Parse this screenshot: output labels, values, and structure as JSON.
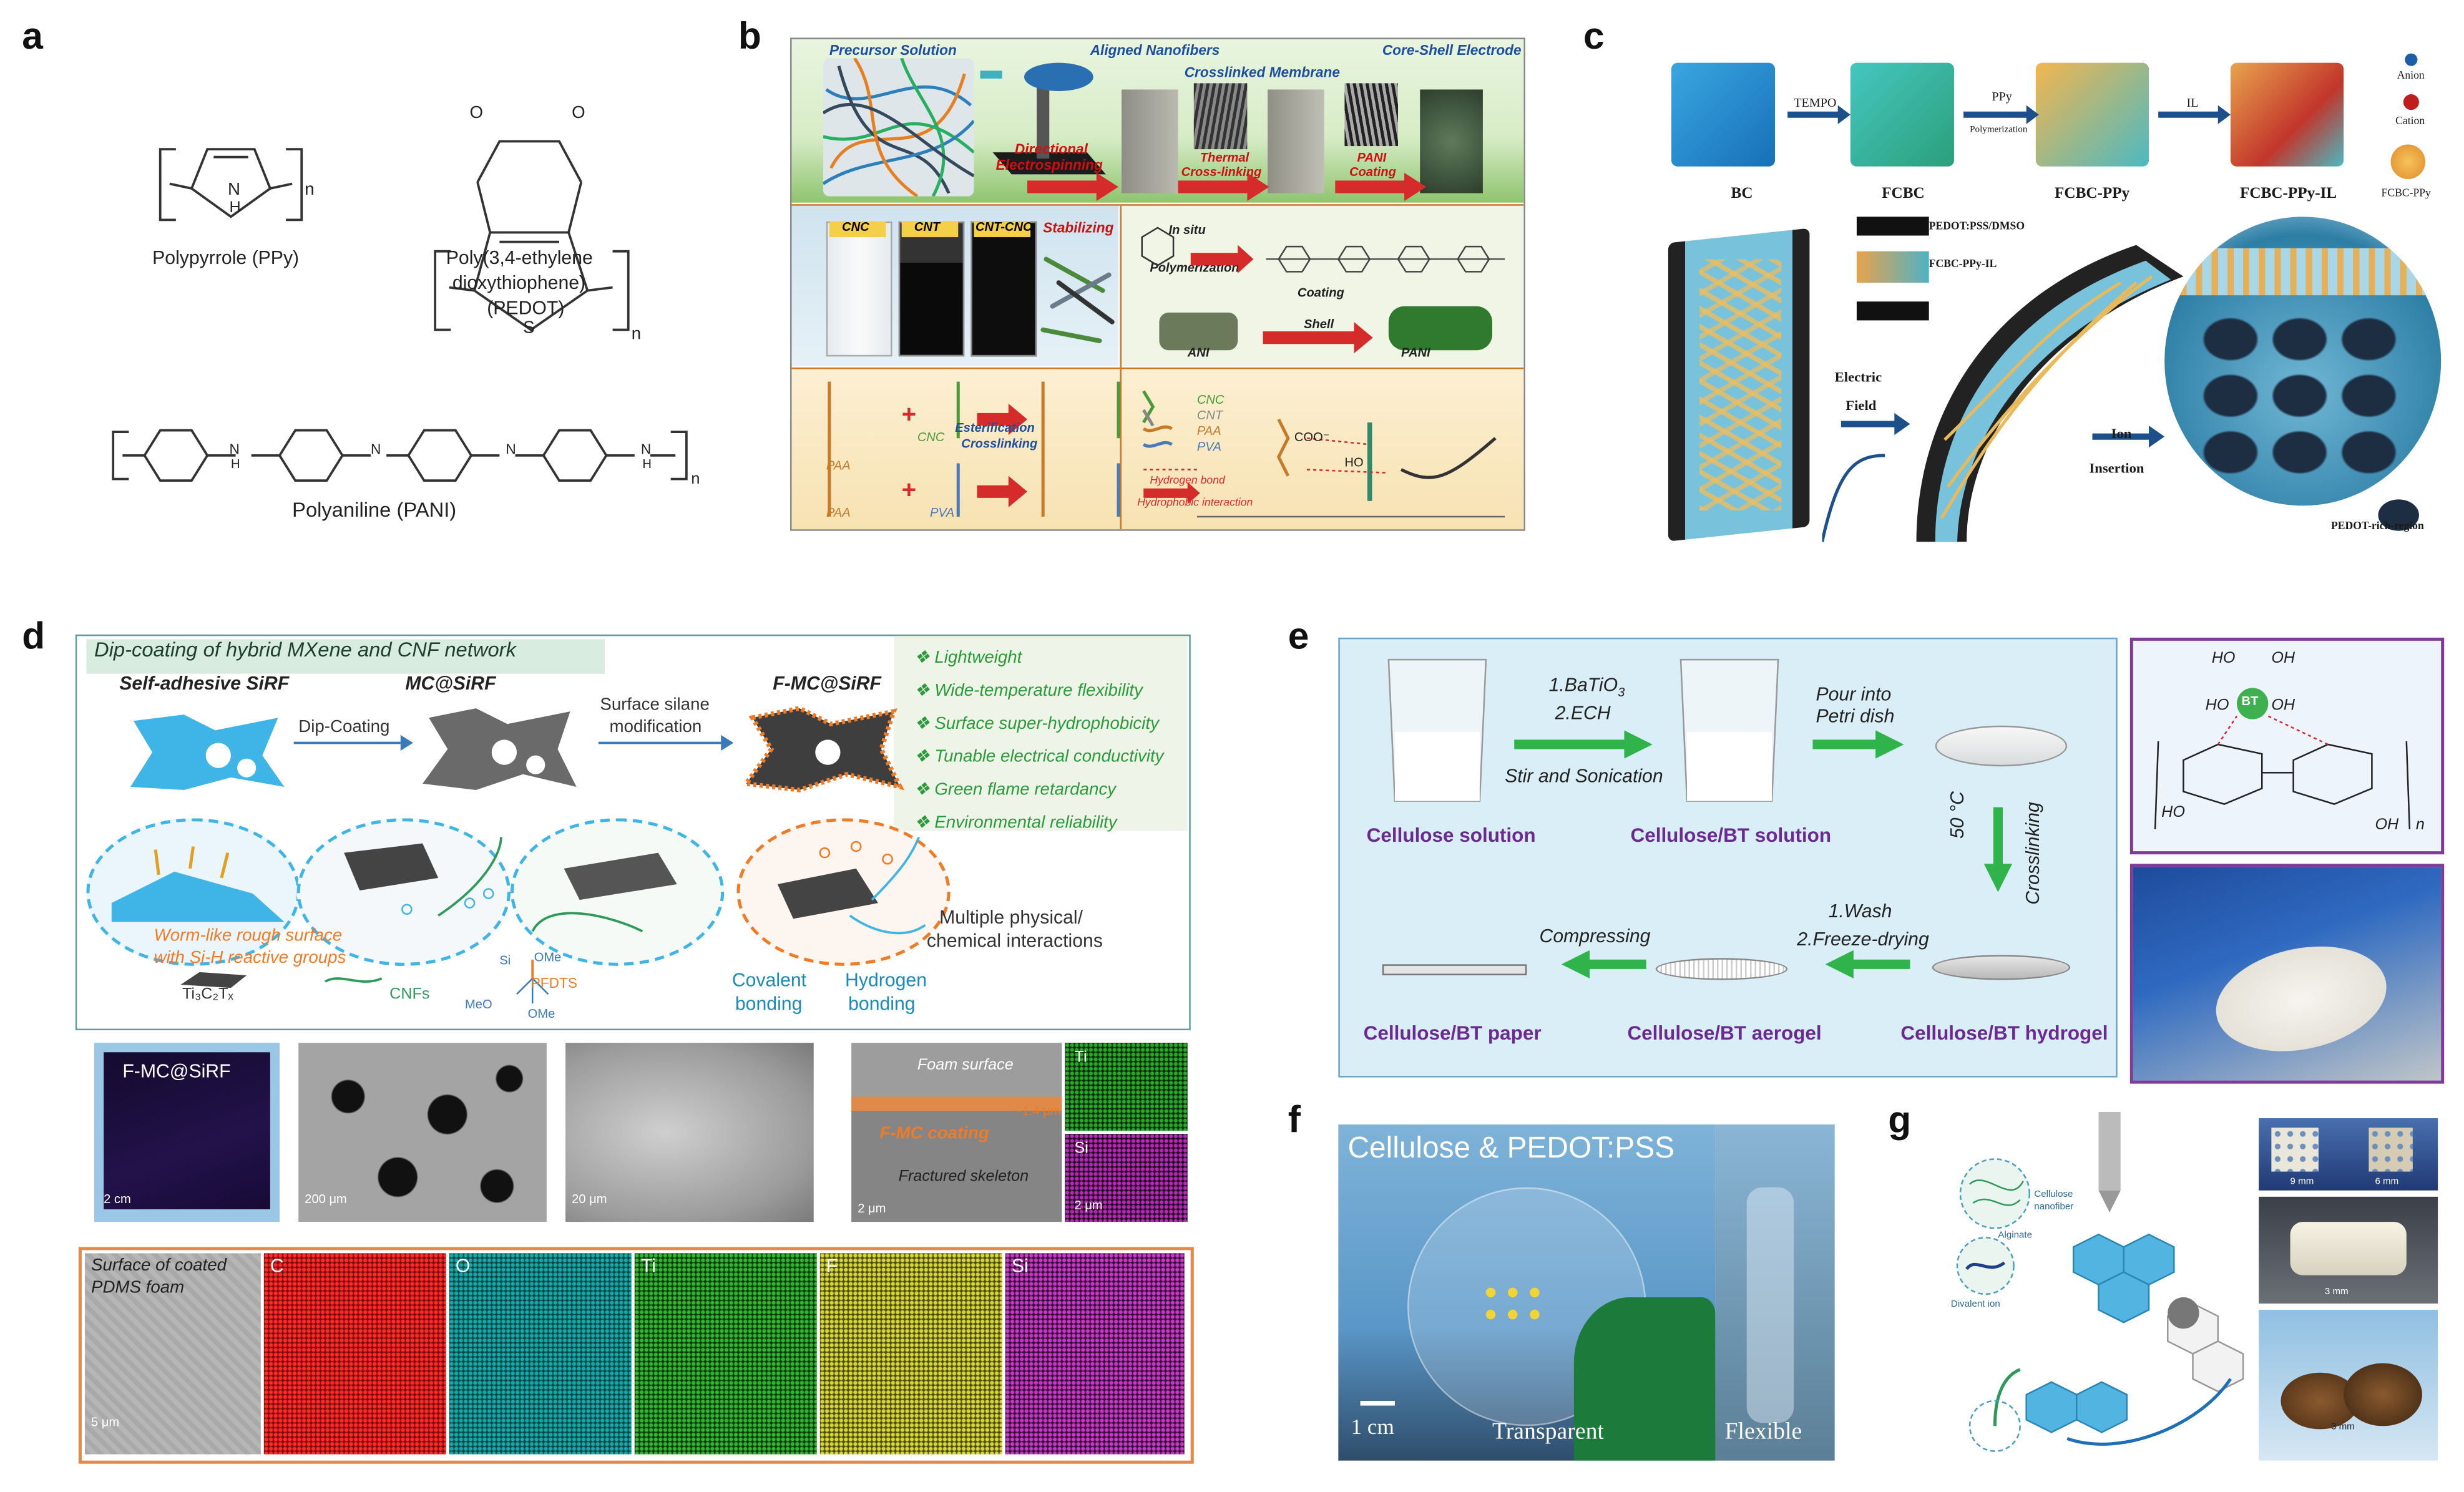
{
  "panels": {
    "a": {
      "label": "a",
      "ppy": "Polypyrrole (PPy)",
      "pedot_l1": "Poly(3,4-ethylene",
      "pedot_l2": "dioxythiophene)",
      "pedot_l3": "(PEDOT)",
      "pani": "Polyaniline (PANI)",
      "n": "n",
      "nh": "N",
      "h": "H",
      "o": "O",
      "s": "S"
    },
    "b": {
      "label": "b",
      "precursor": "Precursor Solution",
      "aligned": "Aligned Nanofibers",
      "crosslinked": "Crosslinked Membrane",
      "coreshell": "Core-Shell Electrode",
      "directional": "Directional",
      "electrospinning": "Electrospinning",
      "thermal": "Thermal",
      "crosslinking": "Cross-linking",
      "pani_c1": "PANI",
      "pani_c2": "Coating",
      "cnc": "CNC",
      "cnt": "CNT",
      "cntcnc": "CNT-CNC",
      "stabilizing": "Stabilizing",
      "insitu": "In situ",
      "polymerization": "Polymerization",
      "coating": "Coating",
      "shell": "Shell",
      "ani": "ANI",
      "pani": "PANI",
      "paa": "PAA",
      "pva": "PVA",
      "ester1": "Esterification",
      "ester2": "Crosslinking",
      "leg_cnc": "CNC",
      "leg_cnt": "CNT",
      "leg_paa": "PAA",
      "leg_pva": "PVA",
      "hbond": "Hydrogen bond",
      "hydrophobic": "Hydrophobic interaction",
      "coo": "COO⁻",
      "ho": "HO"
    },
    "c": {
      "label": "c",
      "bc": "BC",
      "fcbc": "FCBC",
      "fcbcppy": "FCBC-PPy",
      "fcbcppyil": "FCBC-PPy-IL",
      "tempo": "TEMPO",
      "ppy": "PPy",
      "polymerization": "Polymerization",
      "il": "IL",
      "anion": "Anion",
      "cation": "Cation",
      "fcbcppy_leg": "FCBC-PPy",
      "pedot": "PEDOT:PSS/DMSO",
      "fcbcppyil2": "FCBC-PPy-IL",
      "electric": "Electric",
      "field": "Field",
      "ion": "Ion",
      "insertion": "Insertion",
      "rich": "PEDOT-rich-region"
    },
    "d": {
      "label": "d",
      "title": "Dip-coating of hybrid MXene and CNF network",
      "sirf": "Self-adhesive SiRF",
      "mcsirf": "MC@SiRF",
      "fmcsirf": "F-MC@SiRF",
      "dip": "Dip-Coating",
      "surface1": "Surface silane",
      "surface2": "modification",
      "features": [
        "❖ Lightweight",
        "❖ Wide-temperature flexibility",
        "❖ Surface super-hydrophobicity",
        "❖ Tunable electrical conductivity",
        "❖ Green flame retardancy",
        "❖ Environmental reliability"
      ],
      "worm1": "Worm-like rough surface",
      "worm2": "with Si-H reactive groups",
      "ti3c2": "Ti₃C₂Tₓ",
      "cnfs": "CNFs",
      "pfdts": "PFDTS",
      "meo": "MeO",
      "ome1": "OMe",
      "ome2": "OMe",
      "si": "Si",
      "multi1": "Multiple physical/",
      "multi2": "chemical interactions",
      "covalent1": "Covalent",
      "covalent2": "bonding",
      "hydrogen1": "Hydrogen",
      "hydrogen2": "bonding",
      "photo_label": "F-MC@SiRF",
      "scale_2cm": "2 cm",
      "scale_200": "200 μm",
      "scale_20": "20 μm",
      "foam_surface": "Foam surface",
      "fmc_coating": "F-MC coating",
      "thick": "~1.4 μm",
      "fractured": "Fractured skeleton",
      "scale_2um": "2 μm",
      "ti": "Ti",
      "si_map": "Si",
      "scale_2um_b": "2 μm",
      "surface_coated1": "Surface of coated",
      "surface_coated2": "PDMS foam",
      "scale_5um": "5 μm",
      "maps": [
        "C",
        "O",
        "Ti",
        "F",
        "Si"
      ]
    },
    "e": {
      "label": "e",
      "step1a": "1.BaTiO",
      "step1sub": "3",
      "step1b": "2.ECH",
      "stir": "Stir and Sonication",
      "pour1": "Pour into",
      "pour2": "Petri dish",
      "cellulose_solution": "Cellulose solution",
      "cellulose_bt_solution": "Cellulose/BT solution",
      "temp": "50 °C",
      "crosslinking": "Crosslinking",
      "wash": "1.Wash",
      "freeze": "2.Freeze-drying",
      "compressing": "Compressing",
      "paper": "Cellulose/BT  paper",
      "aerogel": "Cellulose/BT aerogel",
      "hydrogel": "Cellulose/BT hydrogel",
      "bt": "BT",
      "ho": "HO",
      "oh": "OH",
      "n": "n"
    },
    "f": {
      "label": "f",
      "title": "Cellulose & PEDOT:PSS",
      "scale": "1 cm",
      "transparent": "Transparent",
      "flexible": "Flexible"
    },
    "g": {
      "label": "g",
      "cellulose_nano1": "Cellulose",
      "cellulose_nano2": "nanofiber",
      "alginate": "Alginate",
      "divalent": "Divalent ion",
      "s9": "9 mm",
      "s6": "6 mm",
      "s3a": "3 mm",
      "s3b": "3 mm"
    }
  },
  "colors": {
    "panel_b_green": "#4f9a3e",
    "panel_e_bg": "#d6edf7",
    "panel_e_border": "#3d8ab0",
    "panel_e_purple": "#7e3c99",
    "arrow_green": "#2fb34a",
    "panel_d_orange": "#f07b24",
    "map_c": "#d21a1a",
    "map_o": "#138a8a",
    "map_ti": "#2a9a2a",
    "map_f": "#b5b52a",
    "map_si": "#a02aa8"
  }
}
